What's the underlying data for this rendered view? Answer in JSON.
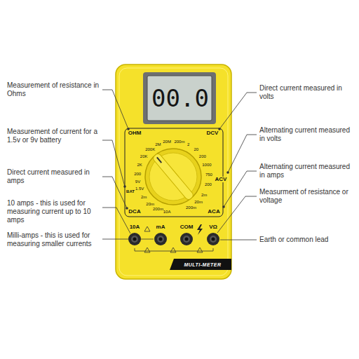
{
  "diagram": {
    "nodes": [
      {
        "text": [
          "00.0"
        ]
      }
    ],
    "labels": [
      "Measurement of resistance in Ohms",
      "Measurement of current for a 1.5v or 9v battery",
      "Direct current measured in amps",
      "10 amps - this is used for measuring current up to 10 amps",
      "Milli-amps - this is used for measuring smaller currents",
      "Direct current measured in volts",
      "Alternating current measured in volts",
      "Alternating current measured in amps",
      "Measurment of resistance or voltage",
      "Earth or common lead",
      "OHM",
      "DCV",
      "ACV",
      "ACA",
      "DCA",
      "BAT",
      "10A",
      "mA",
      "COM",
      "VΩ",
      "MULTI-METER",
      "1.5V",
      "9V",
      "20M",
      "2M",
      "200K",
      "20K",
      "2K",
      "200",
      "200m",
      "2",
      "20",
      "200",
      "1000",
      "750",
      "200",
      "2m",
      "20m",
      "200m",
      "10A",
      "200m",
      "20m",
      "2m"
    ]
  }
}
